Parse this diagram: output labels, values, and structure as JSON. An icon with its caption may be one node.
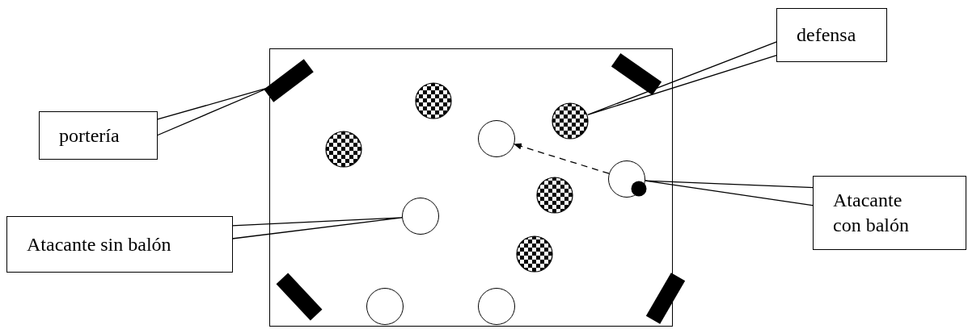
{
  "diagram": {
    "nodes": [
      {
        "text": [],
        "shape": "box"
      },
      {
        "text": [],
        "shape": "bar",
        "in": 0
      },
      {
        "text": [],
        "shape": "bar",
        "in": 0
      },
      {
        "text": [],
        "shape": "bar",
        "in": 0
      },
      {
        "text": [],
        "shape": "bar",
        "in": 0
      },
      {
        "text": [],
        "shape": "circle",
        "in": 0
      },
      {
        "text": [],
        "shape": "circle",
        "in": 0
      },
      {
        "text": [],
        "shape": "circle",
        "in": 0
      },
      {
        "text": [],
        "shape": "circle",
        "in": 0
      },
      {
        "text": [],
        "shape": "circle",
        "in": 0
      },
      {
        "text": [],
        "shape": "circle",
        "in": 0
      },
      {
        "text": [],
        "shape": "circle",
        "in": 0
      },
      {
        "text": [],
        "shape": "circle",
        "in": 0
      },
      {
        "text": [],
        "shape": "circle",
        "in": 0
      },
      {
        "text": [],
        "shape": "circle",
        "in": 0
      },
      {
        "text": [
          "portería"
        ]
      },
      {
        "text": [
          "defensa"
        ]
      },
      {
        "text": [
          "Atacante sin balón"
        ]
      },
      {
        "text": [
          "Atacante con balón"
        ]
      }
    ],
    "edges": [
      {
        "from": 15,
        "to": 1,
        "arrow": "none"
      },
      {
        "from": 16,
        "to": 6,
        "arrow": "none"
      },
      {
        "from": 17,
        "to": 12,
        "arrow": "none"
      },
      {
        "from": 18,
        "to": 11,
        "arrow": "none"
      },
      {
        "from": 11,
        "to": 10,
        "arrow": "to",
        "style": "dashed"
      }
    ]
  }
}
